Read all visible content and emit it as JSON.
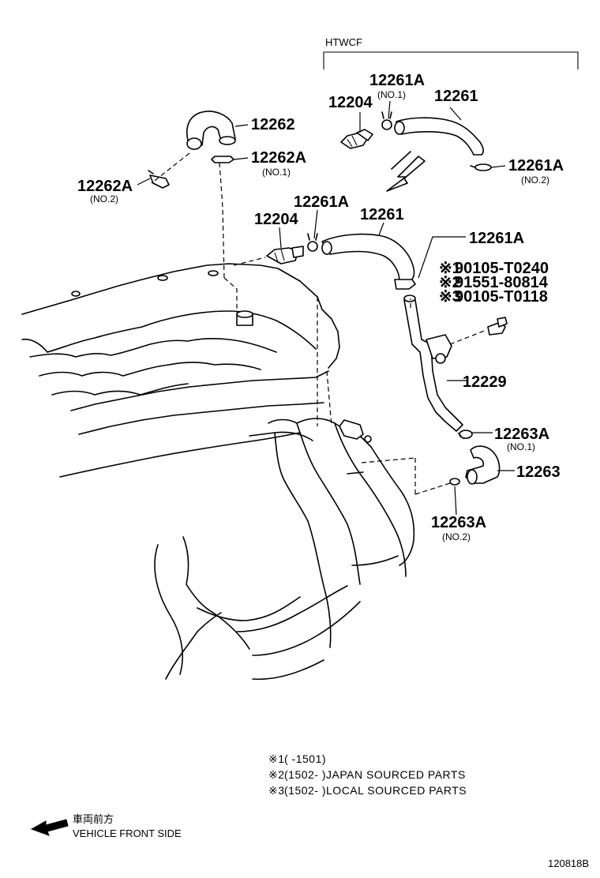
{
  "header": {
    "label": "HTWCF"
  },
  "parts": {
    "p12261A_top": {
      "number": "12261A",
      "sub": "(NO.1)"
    },
    "p12204_top": {
      "number": "12204"
    },
    "p12261_top": {
      "number": "12261"
    },
    "p12261A_top_no2": {
      "number": "12261A",
      "sub": "(NO.2)"
    },
    "p12262": {
      "number": "12262"
    },
    "p12262A_no1": {
      "number": "12262A",
      "sub": "(NO.1)"
    },
    "p12262A_no2": {
      "number": "12262A",
      "sub": "(NO.2)"
    },
    "p12261A_mid": {
      "number": "12261A"
    },
    "p12204_mid": {
      "number": "12204"
    },
    "p12261_mid": {
      "number": "12261"
    },
    "p12261A_right": {
      "number": "12261A"
    },
    "p12229": {
      "number": "12229"
    },
    "p12263A_no1": {
      "number": "12263A",
      "sub": "(NO.1)"
    },
    "p12263": {
      "number": "12263"
    },
    "p12263A_no2": {
      "number": "12263A",
      "sub": "(NO.2)"
    }
  },
  "variants": [
    {
      "mark": "※1",
      "number": "90105-T0240"
    },
    {
      "mark": "※2",
      "number": "91551-80814"
    },
    {
      "mark": "※3",
      "number": "90105-T0118"
    }
  ],
  "notes": [
    {
      "mark": "※1",
      "text": "(      -1501)"
    },
    {
      "mark": "※2",
      "text": "(1502-      )JAPAN SOURCED PARTS"
    },
    {
      "mark": "※3",
      "text": "(1502-      )LOCAL SOURCED PARTS"
    }
  ],
  "front": {
    "label_jp": "車両前方",
    "label_en": "VEHICLE FRONT SIDE"
  },
  "diagram_id": "120818B"
}
